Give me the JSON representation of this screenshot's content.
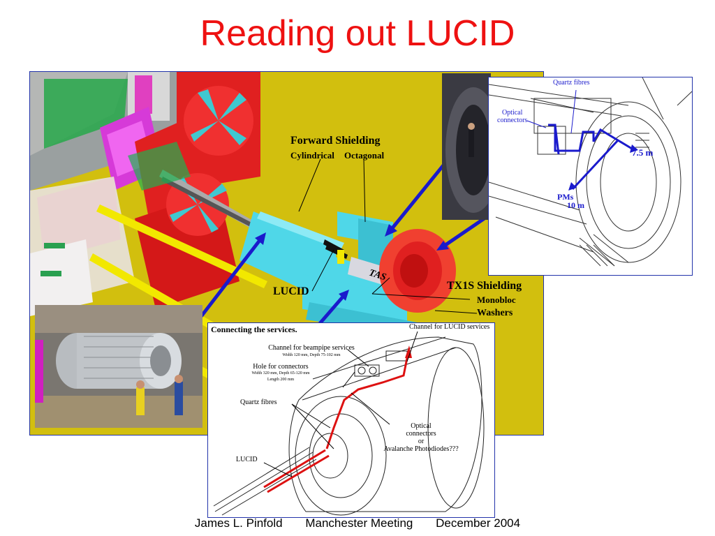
{
  "slide": {
    "title": "Reading out LUCID",
    "footer": {
      "author": "James L. Pinfold",
      "meeting": "Manchester Meeting",
      "date": "December 2004"
    }
  },
  "main_figure": {
    "forward_shielding": "Forward Shielding",
    "cylindrical": "Cylindrical",
    "octagonal": "Octagonal",
    "tas": "TAS",
    "lucid": "LUCID",
    "tx1s_shielding": "TX1S Shielding",
    "monobloc": "Monobloc",
    "washers": "Washers"
  },
  "top_right_drawing": {
    "quartz_fibres": "Quartz fibres",
    "optical_connectors_1": "Optical",
    "optical_connectors_2": "connectors",
    "distance_1": "7.5 m",
    "pms": "PMs",
    "distance_2": "10 m"
  },
  "services_drawing": {
    "heading": "Connecting the services.",
    "lucid_channel": "Channel for LUCID services",
    "beampipe_channel": "Channel for beampipe services",
    "beampipe_dims": "Width 120 mm, Depth 75-102 mm",
    "hole_connectors": "Hole for connectors",
    "hole_dims_1": "Width 320 mm, Depth 65-120 mm",
    "hole_dims_2": "Length 200 mm",
    "quartz_fibres": "Quartz fibres",
    "optical_1": "Optical",
    "optical_2": "connectors",
    "optical_3": "or",
    "optical_4": "Avalanche Photodiodes???",
    "lucid": "LUCID"
  },
  "colors": {
    "title": "#ee1111",
    "frame_border": "#2233aa",
    "arrow_blue": "#1a1acc",
    "fibre_red": "#dd1111",
    "shielding_cyan": "#4fd7e8",
    "background_yellow": "#d2bf0e"
  }
}
